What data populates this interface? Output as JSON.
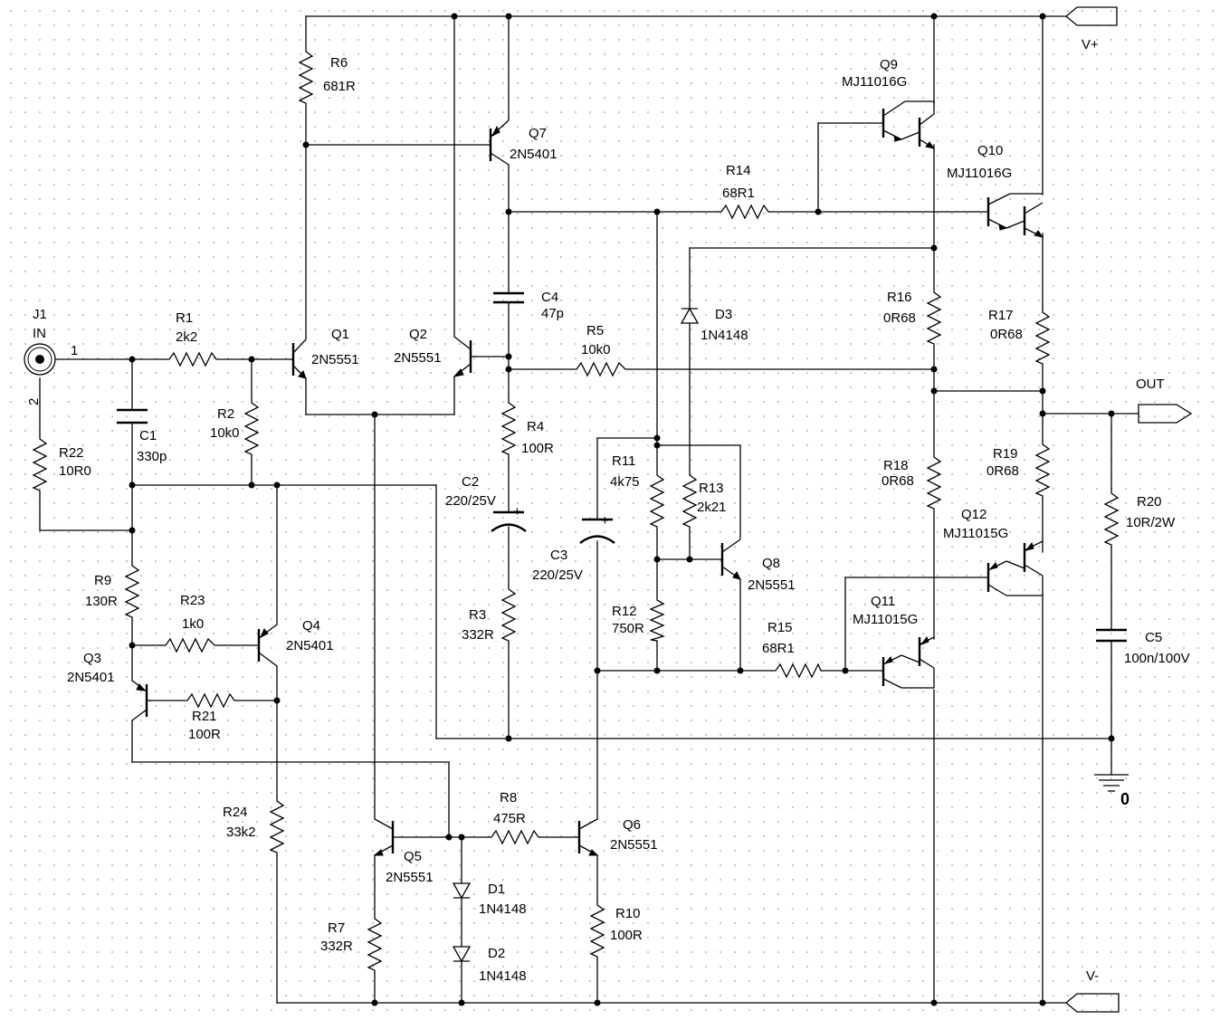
{
  "schematic": {
    "resistors": [
      {
        "ref": "R1",
        "value": "2k2"
      },
      {
        "ref": "R2",
        "value": "10k0"
      },
      {
        "ref": "R3",
        "value": "332R"
      },
      {
        "ref": "R4",
        "value": "100R"
      },
      {
        "ref": "R5",
        "value": "10k0"
      },
      {
        "ref": "R6",
        "value": "681R"
      },
      {
        "ref": "R7",
        "value": "332R"
      },
      {
        "ref": "R8",
        "value": "475R"
      },
      {
        "ref": "R9",
        "value": "130R"
      },
      {
        "ref": "R10",
        "value": "100R"
      },
      {
        "ref": "R11",
        "value": "4k75"
      },
      {
        "ref": "R12",
        "value": "750R"
      },
      {
        "ref": "R13",
        "value": "2k21"
      },
      {
        "ref": "R14",
        "value": "68R1"
      },
      {
        "ref": "R15",
        "value": "68R1"
      },
      {
        "ref": "R16",
        "value": "0R68"
      },
      {
        "ref": "R17",
        "value": "0R68"
      },
      {
        "ref": "R18",
        "value": "0R68"
      },
      {
        "ref": "R19",
        "value": "0R68"
      },
      {
        "ref": "R20",
        "value": "10R/2W"
      },
      {
        "ref": "R21",
        "value": "100R"
      },
      {
        "ref": "R22",
        "value": "10R0"
      },
      {
        "ref": "R23",
        "value": "1k0"
      },
      {
        "ref": "R24",
        "value": "33k2"
      }
    ],
    "capacitors": [
      {
        "ref": "C1",
        "value": "330p"
      },
      {
        "ref": "C2",
        "value": "220/25V"
      },
      {
        "ref": "C3",
        "value": "220/25V"
      },
      {
        "ref": "C4",
        "value": "47p"
      },
      {
        "ref": "C5",
        "value": "100n/100V"
      }
    ],
    "diodes": [
      {
        "ref": "D1",
        "value": "1N4148"
      },
      {
        "ref": "D2",
        "value": "1N4148"
      },
      {
        "ref": "D3",
        "value": "1N4148"
      }
    ],
    "transistors": [
      {
        "ref": "Q1",
        "value": "2N5551"
      },
      {
        "ref": "Q2",
        "value": "2N5551"
      },
      {
        "ref": "Q3",
        "value": "2N5401"
      },
      {
        "ref": "Q4",
        "value": "2N5401"
      },
      {
        "ref": "Q5",
        "value": "2N5551"
      },
      {
        "ref": "Q6",
        "value": "2N5551"
      },
      {
        "ref": "Q7",
        "value": "2N5401"
      },
      {
        "ref": "Q8",
        "value": "2N5551"
      },
      {
        "ref": "Q9",
        "value": "MJ11016G"
      },
      {
        "ref": "Q10",
        "value": "MJ11016G"
      },
      {
        "ref": "Q11",
        "value": "MJ11015G"
      },
      {
        "ref": "Q12",
        "value": "MJ11015G"
      }
    ],
    "connector": {
      "ref": "J1",
      "name": "IN",
      "pin1": "1",
      "pin2": "2"
    },
    "ports": {
      "vplus": "V+",
      "vminus": "V-",
      "out": "OUT"
    },
    "ground": {
      "label": "0"
    }
  }
}
